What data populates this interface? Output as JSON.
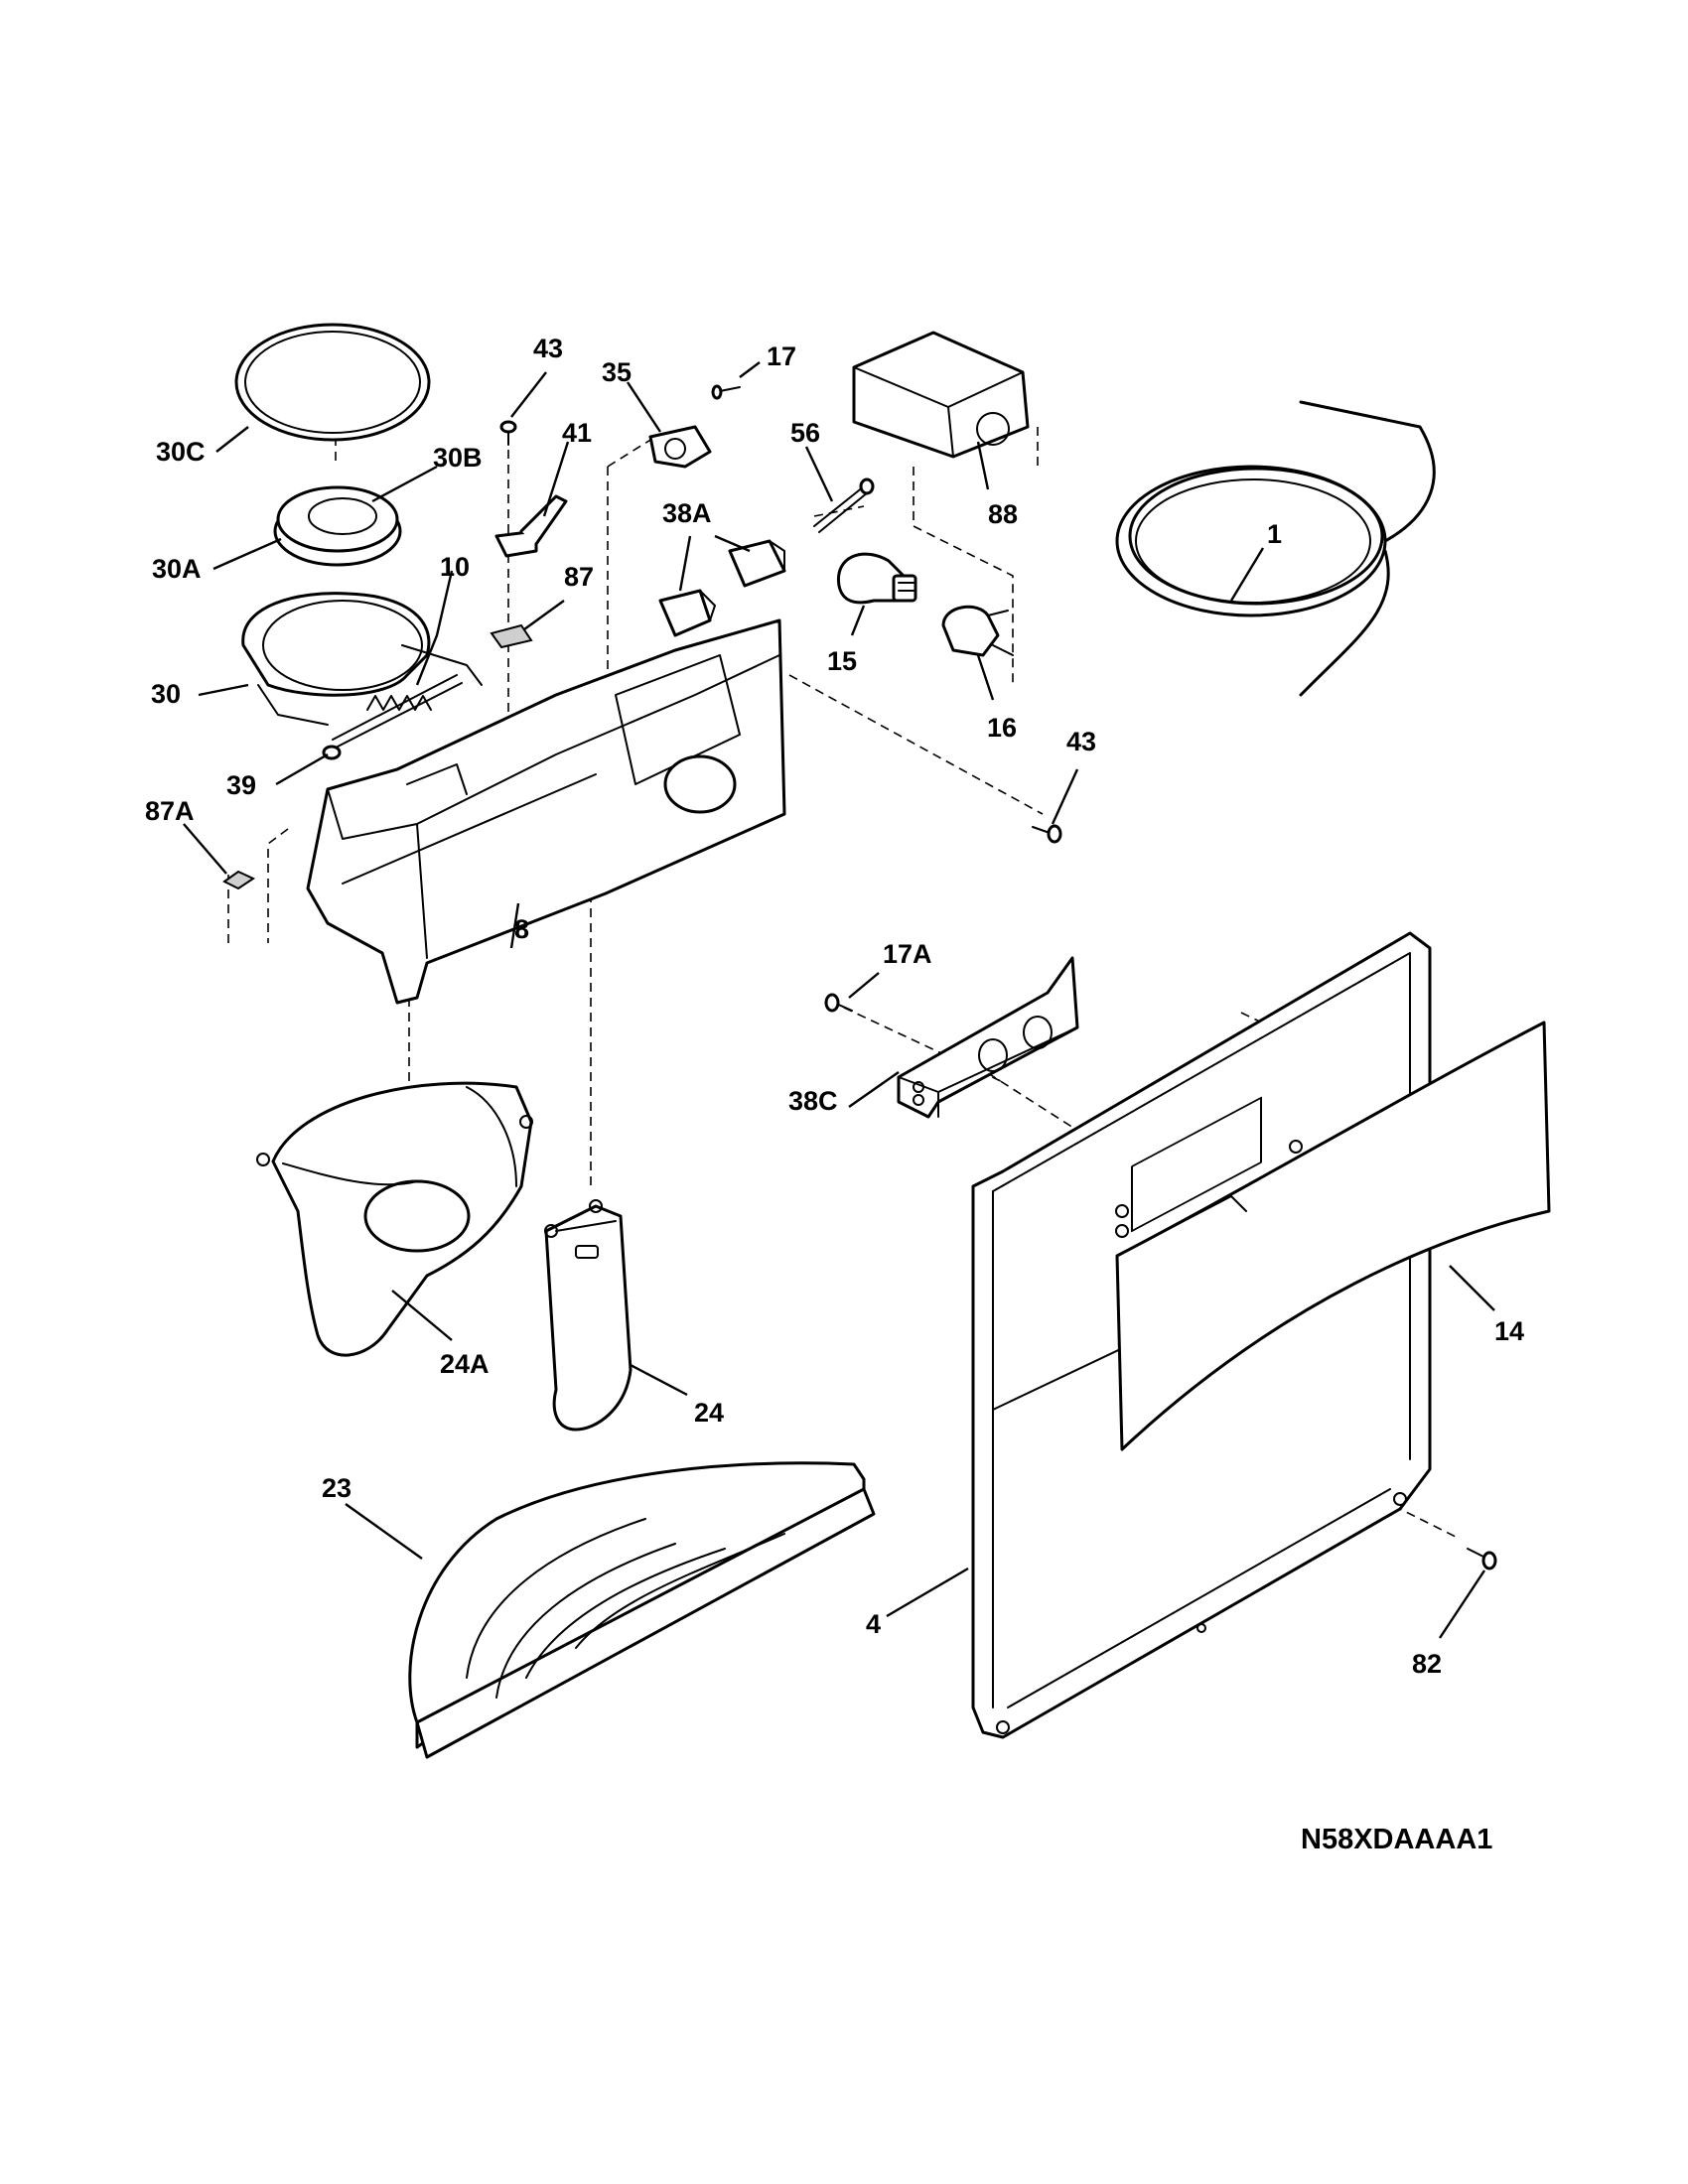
{
  "diagram": {
    "code": "N58XDAAAA1",
    "callouts": {
      "c30C": "30C",
      "c30B": "30B",
      "c30A": "30A",
      "c30": "30",
      "c10": "10",
      "c39": "39",
      "c87A": "87A",
      "c43a": "43",
      "c41": "41",
      "c87": "87",
      "c35": "35",
      "c17": "17",
      "c56": "56",
      "c38A": "38A",
      "c88": "88",
      "c15": "15",
      "c16": "16",
      "c1": "1",
      "c43b": "43",
      "c8": "8",
      "c17A": "17A",
      "c38C": "38C",
      "c24A": "24A",
      "c24": "24",
      "c14": "14",
      "c23": "23",
      "c4": "4",
      "c82": "82"
    }
  }
}
